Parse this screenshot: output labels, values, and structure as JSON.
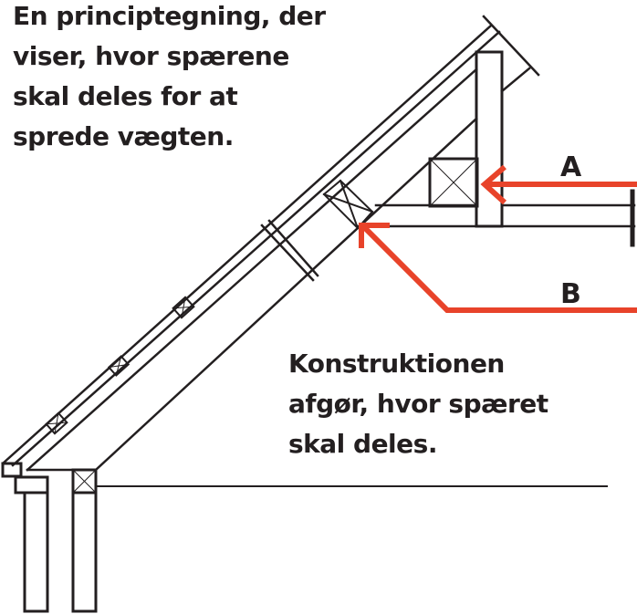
{
  "caption_top": [
    "En principtegning, der",
    "viser, hvor spærene",
    "skal deles for at",
    "sprede vægten."
  ],
  "caption_bottom": [
    "Konstruktionen",
    "afgør, hvor spæret",
    "skal deles."
  ],
  "labels": {
    "a": "A",
    "b": "B"
  },
  "colors": {
    "line": "#231f20",
    "arrow": "#e8432a"
  }
}
